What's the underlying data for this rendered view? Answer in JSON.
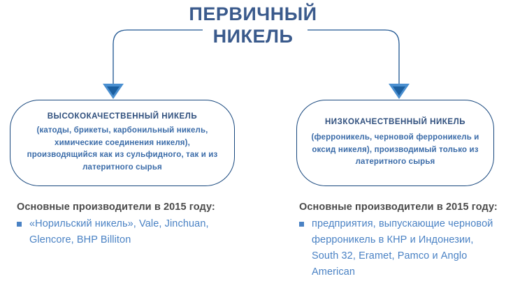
{
  "title": {
    "line1": "ПЕРВИЧНЫЙ",
    "line2": "НИКЕЛЬ",
    "color": "#3a5a8c"
  },
  "branches": {
    "high_quality": {
      "heading": "ВЫСОКОКАЧЕСТВЕННЫЙ НИКЕЛЬ",
      "description": "(катоды, брикеты, карбонильный никель, химические соединения никеля), производящийся как из сульфидного, так и из латеритного сырья",
      "producers_heading": "Основные производители в 2015 году:",
      "producers_item": "«Норильский никель», Vale, Jinchuan, Glencore, BHP Billiton"
    },
    "low_quality": {
      "heading": "НИЗКОКАЧЕСТВЕННЫЙ НИКЕЛЬ",
      "description": "(ферроникель, черновой ферроникель и оксид никеля), производимый только из латеритного сырья",
      "producers_heading": "Основные производители в 2015 году:",
      "producers_item": "предприятия, выпускающие черновой ферроникель в КНР и Индонезии, South 32, Eramet, Pamco и Anglo American"
    }
  },
  "colors": {
    "box_border": "#17477d",
    "connector_line": "#1d5490",
    "arrow_fill": "#4a8fd0",
    "arrow_inner": "#1b5fa0",
    "bullet": "#4a82c4",
    "body_text": "#4a82c4",
    "heading_text": "#4a4a4a",
    "box_heading_text": "#2f4f7d",
    "box_desc_text": "#3a6ba8"
  },
  "icons": {
    "arrow_left": "down-arrow-icon",
    "arrow_right": "down-arrow-icon",
    "bullet": "square-bullet-icon"
  }
}
